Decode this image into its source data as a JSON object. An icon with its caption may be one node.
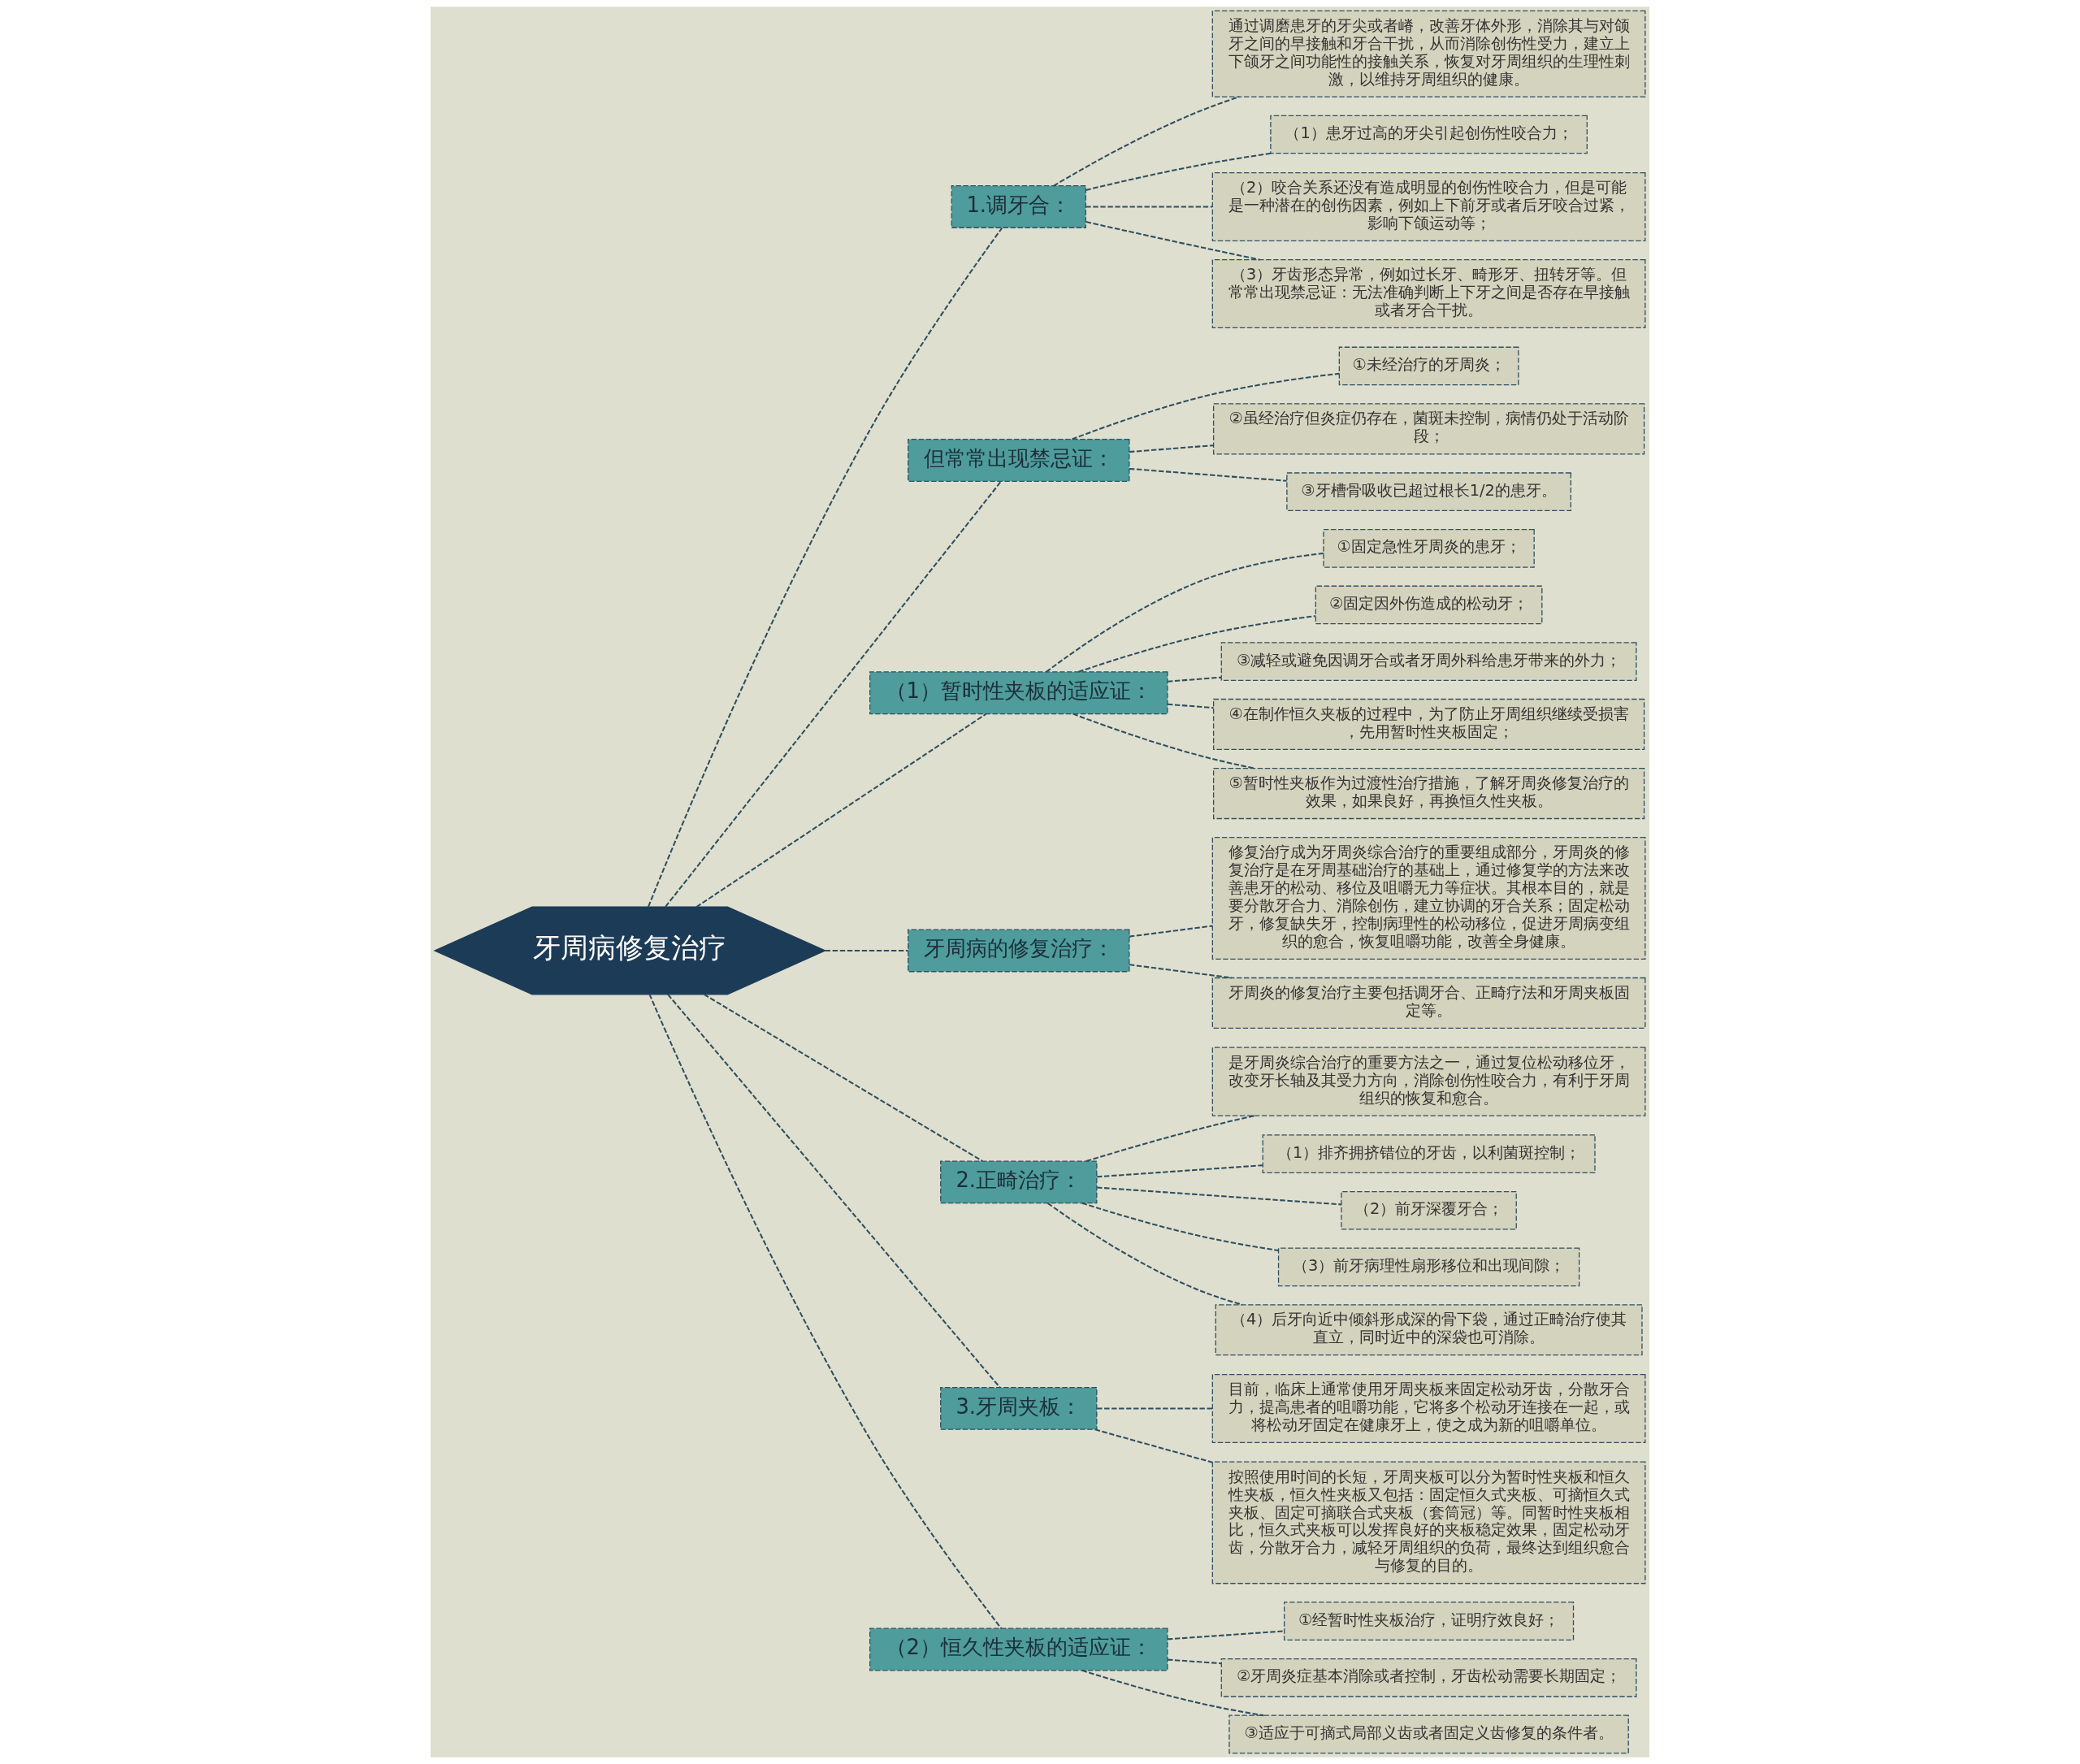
{
  "diagram": {
    "nodes": [
      {
        "text": [
          "牙周病修复治疗"
        ]
      },
      {
        "text": [
          "1.调牙合："
        ]
      },
      {
        "text": [
          "通过调磨患牙的牙尖或者嵴，改善牙体外形，消除其与对颌牙之间的早接触和牙合干扰，从而消除创伤性受力，建立上下颌牙之间功能性的接触关系，恢复对牙周组织的生理性刺激，以维持牙周组织的健康。"
        ]
      },
      {
        "text": [
          "（1）患牙过高的牙尖引起创伤性咬合力；"
        ]
      },
      {
        "text": [
          "（2）咬合关系还没有造成明显的创伤性咬合力，但是可能是一种潜在的创伤因素，例如上下前牙或者后牙咬合过紧，影响下颌运动等；"
        ]
      },
      {
        "text": [
          "（3）牙齿形态异常，例如过长牙、畸形牙、扭转牙等。但常常出现禁忌证：无法准确判断上下牙之间是否存在早接触或者牙合干扰。"
        ]
      },
      {
        "text": [
          "但常常出现禁忌证："
        ]
      },
      {
        "text": [
          "①未经治疗的牙周炎；"
        ]
      },
      {
        "text": [
          "②虽经治疗但炎症仍存在，菌斑未控制，病情仍处于活动阶段；"
        ]
      },
      {
        "text": [
          "③牙槽骨吸收已超过根长1/2的患牙。"
        ]
      },
      {
        "text": [
          "（1）暂时性夹板的适应证："
        ]
      },
      {
        "text": [
          "①固定急性牙周炎的患牙；"
        ]
      },
      {
        "text": [
          "②固定因外伤造成的松动牙；"
        ]
      },
      {
        "text": [
          "③减轻或避免因调牙合或者牙周外科给患牙带来的外力；"
        ]
      },
      {
        "text": [
          "④在制作恒久夹板的过程中，为了防止牙周组织继续受损害，先用暂时性夹板固定；"
        ]
      },
      {
        "text": [
          "⑤暂时性夹板作为过渡性治疗措施，了解牙周炎修复治疗的效果，如果良好，再换恒久性夹板。"
        ]
      },
      {
        "text": [
          "牙周病的修复治疗："
        ]
      },
      {
        "text": [
          "修复治疗成为牙周炎综合治疗的重要组成部分，牙周炎的修复治疗是在牙周基础治疗的基础上，通过修复学的方法来改善患牙的松动、移位及咀嚼无力等症状。其根本目的，就是要分散牙合力、消除创伤，建立协调的牙合关系；固定松动牙，修复缺失牙，控制病理性的松动移位，促进牙周病变组织的愈合，恢复咀嚼功能，改善全身健康。"
        ]
      },
      {
        "text": [
          "牙周炎的修复治疗主要包括调牙合、正畸疗法和牙周夹板固定等。"
        ]
      },
      {
        "text": [
          "2.正畸治疗："
        ]
      },
      {
        "text": [
          "是牙周炎综合治疗的重要方法之一，通过复位松动移位牙，改变牙长轴及其受力方向，消除创伤性咬合力，有利于牙周组织的恢复和愈合。"
        ]
      },
      {
        "text": [
          "（1）排齐拥挤错位的牙齿，以利菌斑控制；"
        ]
      },
      {
        "text": [
          "（2）前牙深覆牙合；"
        ]
      },
      {
        "text": [
          "（3）前牙病理性扇形移位和出现间隙；"
        ]
      },
      {
        "text": [
          "（4）后牙向近中倾斜形成深的骨下袋，通过正畸治疗使其直立，同时近中的深袋也可消除。"
        ]
      },
      {
        "text": [
          "3.牙周夹板："
        ]
      },
      {
        "text": [
          "目前，临床上通常使用牙周夹板来固定松动牙齿，分散牙合力，提高患者的咀嚼功能，它将多个松动牙连接在一起，或将松动牙固定在健康牙上，使之成为新的咀嚼单位。"
        ]
      },
      {
        "text": [
          "按照使用时间的长短，牙周夹板可以分为暂时性夹板和恒久性夹板，恒久性夹板又包括：固定恒久式夹板、可摘恒久式夹板、固定可摘联合式夹板（套筒冠）等。同暂时性夹板相比，恒久式夹板可以发挥良好的夹板稳定效果，固定松动牙齿，分散牙合力，减轻牙周组织的负荷，最终达到组织愈合与修复的目的。"
        ]
      },
      {
        "text": [
          "（2）恒久性夹板的适应证："
        ]
      },
      {
        "text": [
          "①经暂时性夹板治疗，证明疗效良好；"
        ]
      },
      {
        "text": [
          "②牙周炎症基本消除或者控制，牙齿松动需要长期固定；"
        ]
      },
      {
        "text": [
          "③适应于可摘式局部义齿或者固定义齿修复的条件者。"
        ]
      }
    ],
    "edges": [
      {
        "from": 0,
        "to": 1,
        "arrow": "none",
        "style": "dashed"
      },
      {
        "from": 1,
        "to": 2,
        "arrow": "none",
        "style": "dashed"
      },
      {
        "from": 1,
        "to": 3,
        "arrow": "none",
        "style": "dashed"
      },
      {
        "from": 1,
        "to": 4,
        "arrow": "none",
        "style": "dashed"
      },
      {
        "from": 1,
        "to": 5,
        "arrow": "none",
        "style": "dashed"
      },
      {
        "from": 0,
        "to": 6,
        "arrow": "none",
        "style": "dashed"
      },
      {
        "from": 6,
        "to": 7,
        "arrow": "none",
        "style": "dashed"
      },
      {
        "from": 6,
        "to": 8,
        "arrow": "none",
        "style": "dashed"
      },
      {
        "from": 6,
        "to": 9,
        "arrow": "none",
        "style": "dashed"
      },
      {
        "from": 0,
        "to": 10,
        "arrow": "none",
        "style": "dashed"
      },
      {
        "from": 10,
        "to": 11,
        "arrow": "none",
        "style": "dashed"
      },
      {
        "from": 10,
        "to": 12,
        "arrow": "none",
        "style": "dashed"
      },
      {
        "from": 10,
        "to": 13,
        "arrow": "none",
        "style": "dashed"
      },
      {
        "from": 10,
        "to": 14,
        "arrow": "none",
        "style": "dashed"
      },
      {
        "from": 10,
        "to": 15,
        "arrow": "none",
        "style": "dashed"
      },
      {
        "from": 0,
        "to": 16,
        "arrow": "none",
        "style": "dashed"
      },
      {
        "from": 16,
        "to": 17,
        "arrow": "none",
        "style": "dashed"
      },
      {
        "from": 16,
        "to": 18,
        "arrow": "none",
        "style": "dashed"
      },
      {
        "from": 0,
        "to": 19,
        "arrow": "none",
        "style": "dashed"
      },
      {
        "from": 19,
        "to": 20,
        "arrow": "none",
        "style": "dashed"
      },
      {
        "from": 19,
        "to": 21,
        "arrow": "none",
        "style": "dashed"
      },
      {
        "from": 19,
        "to": 22,
        "arrow": "none",
        "style": "dashed"
      },
      {
        "from": 19,
        "to": 23,
        "arrow": "none",
        "style": "dashed"
      },
      {
        "from": 19,
        "to": 24,
        "arrow": "none",
        "style": "dashed"
      },
      {
        "from": 0,
        "to": 25,
        "arrow": "none",
        "style": "dashed"
      },
      {
        "from": 25,
        "to": 26,
        "arrow": "none",
        "style": "dashed"
      },
      {
        "from": 25,
        "to": 27,
        "arrow": "none",
        "style": "dashed"
      },
      {
        "from": 0,
        "to": 28,
        "arrow": "none",
        "style": "dashed"
      },
      {
        "from": 28,
        "to": 29,
        "arrow": "none",
        "style": "dashed"
      },
      {
        "from": 28,
        "to": 30,
        "arrow": "none",
        "style": "dashed"
      },
      {
        "from": 28,
        "to": 31,
        "arrow": "none",
        "style": "dashed"
      }
    ]
  }
}
